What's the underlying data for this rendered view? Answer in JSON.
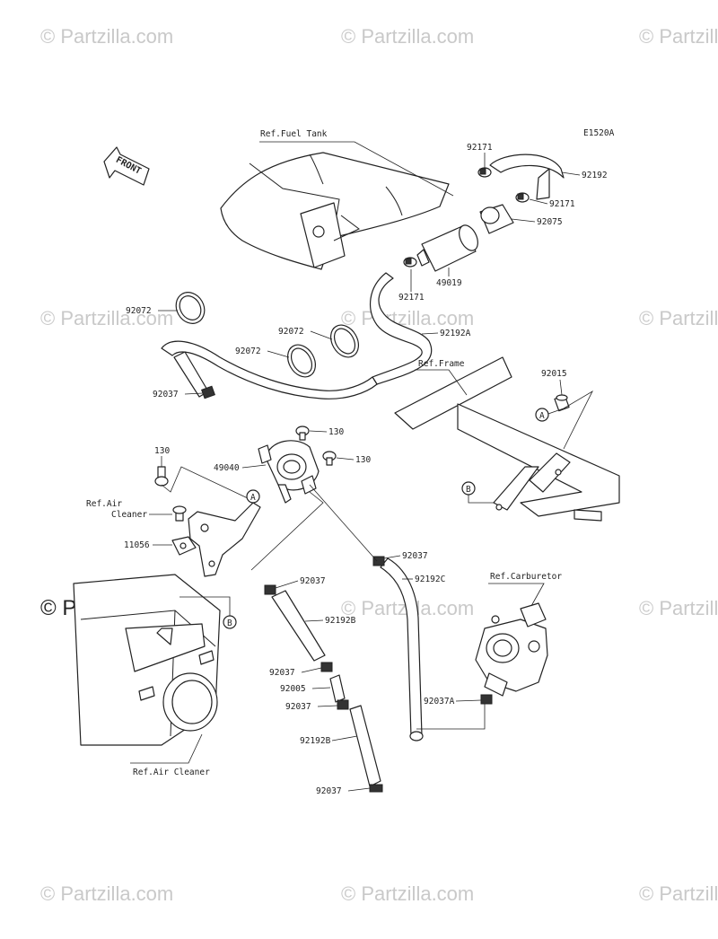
{
  "diagram_code": "E1520A",
  "watermark": "© Partzilla.com",
  "watermark_inline": "© Partzilla.com",
  "front_label": "FRONT",
  "refs": {
    "fuel_tank": "Ref.Fuel Tank",
    "frame": "Ref.Frame",
    "carburetor": "Ref.Carburetor",
    "air_cleaner_top_1": "Ref.Air",
    "air_cleaner_top_2": "Cleaner",
    "air_cleaner_bottom": "Ref.Air Cleaner"
  },
  "callouts": {
    "A": "A",
    "B": "B"
  },
  "parts": {
    "p92171_a": "92171",
    "p92192": "92192",
    "p92171_b": "92171",
    "p92075": "92075",
    "p49019": "49019",
    "p92171_c": "92171",
    "p92072_a": "92072",
    "p92072_b": "92072",
    "p92072_c": "92072",
    "p92192A": "92192A",
    "p92037_a": "92037",
    "p92015": "92015",
    "p130_a": "130",
    "p130_b": "130",
    "p130_c": "130",
    "p49040": "49040",
    "p11056": "11056",
    "p92037_b": "92037",
    "p92192C": "92192C",
    "p92037_c": "92037",
    "p92192B_a": "92192B",
    "p92037_d": "92037",
    "p92005": "92005",
    "p92037_e": "92037",
    "p92037A": "92037A",
    "p92192B_b": "92192B",
    "p92037_f": "92037"
  }
}
